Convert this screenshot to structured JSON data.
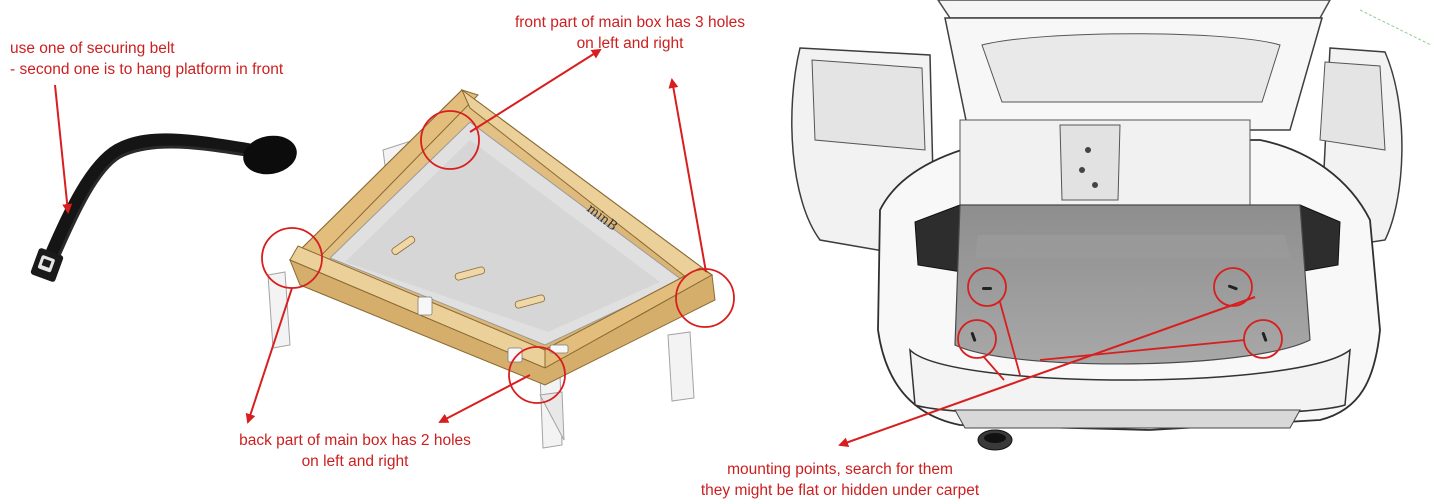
{
  "accent_color": "#cc1f1f",
  "annotations": {
    "belt": {
      "line1": "use one of securing belt",
      "line2": "- second one is to hang platform in front"
    },
    "front_holes": {
      "line1": "front part of main box has 3 holes",
      "line2": "on left and right"
    },
    "back_holes": {
      "line1": "back part of main box has 2 holes",
      "line2": "on left and right"
    },
    "mounting_points": {
      "line1": "mounting points, search for them",
      "line2": "they might be flat or hidden under carpet"
    }
  },
  "box_brand_text": "minB"
}
